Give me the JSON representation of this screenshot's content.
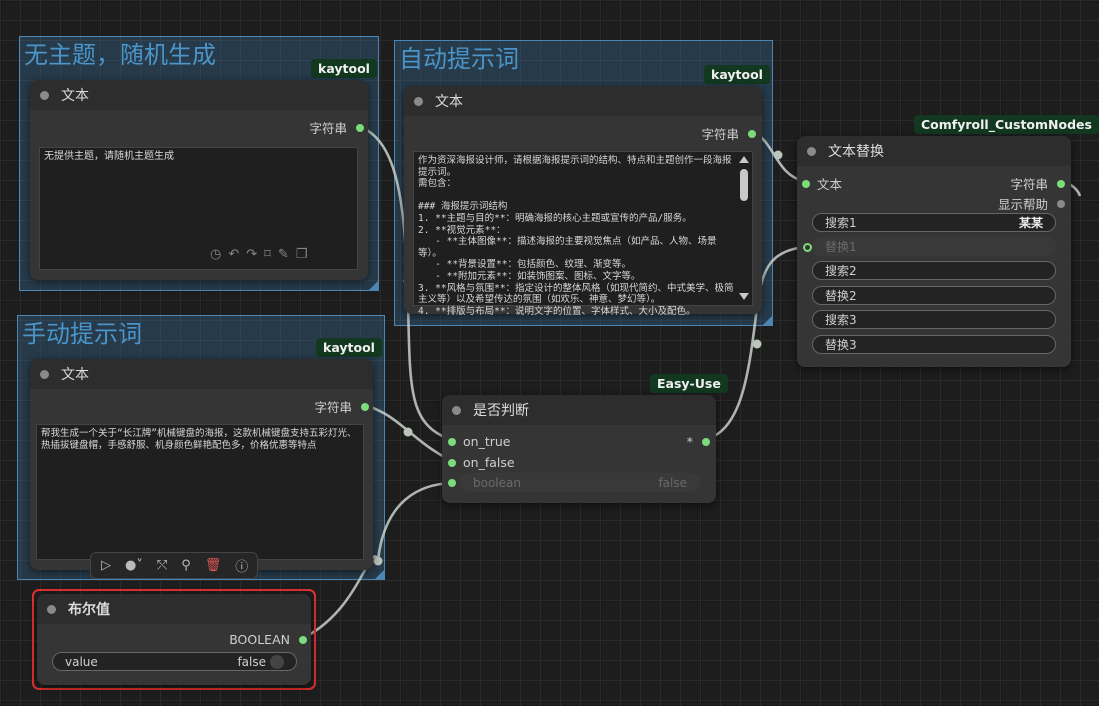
{
  "groups": {
    "random": {
      "title": "无主题，随机生成"
    },
    "auto": {
      "title": "自动提示词"
    },
    "manual": {
      "title": "手动提示词"
    }
  },
  "nodes": {
    "text_random": {
      "badge": "kaytool",
      "title": "文本",
      "output_label": "字符串",
      "text": "无提供主题，请随机主题生成"
    },
    "text_auto": {
      "badge": "kaytool",
      "title": "文本",
      "output_label": "字符串",
      "text": "作为资深海报设计师，请根据海报提示词的结构、特点和主题创作一段海报提示词。\n需包含：\n\n### 海报提示词结构\n1. **主题与目的**：明确海报的核心主题或宣传的产品/服务。\n2. **视觉元素**：\n   - **主体图像**：描述海报的主要视觉焦点（如产品、人物、场景等）。\n   - **背景设置**：包括颜色、纹理、渐变等。\n   - **附加元素**：如装饰图案、图标、文字等。\n3. **风格与氛围**：指定设计的整体风格（如现代简约、中式美学、极简主义等）以及希望传达的氛围（如欢乐、神意、梦幻等）。\n4. **排版与布局**：说明文字的位置、字体样式、大小及配色。"
    },
    "text_manual": {
      "badge": "kaytool",
      "title": "文本",
      "output_label": "字符串",
      "text": "帮我生成一个关于“长江牌”机械键盘的海报，这款机械键盘支持五彩灯光、热插拔键盘帽，手感舒服、机身颜色鲜艳配色多，价格优惠等特点"
    },
    "boolean": {
      "title": "布尔值",
      "output_label": "BOOLEAN",
      "widget_name": "value",
      "widget_value": "false"
    },
    "if_else": {
      "badge": "Easy-Use",
      "title": "是否判断",
      "input_true": "on_true",
      "input_false": "on_false",
      "output_label": "*",
      "widget_name": "boolean",
      "widget_value": "false"
    },
    "replace": {
      "badge": "Comfyroll_CustomNodes",
      "title": "文本替换",
      "input_text": "文本",
      "output_string": "字符串",
      "output_help": "显示帮助",
      "widgets": [
        {
          "name": "搜索1",
          "value": "某某"
        },
        {
          "name": "替换1",
          "value": ""
        },
        {
          "name": "搜索2",
          "value": ""
        },
        {
          "name": "替换2",
          "value": ""
        },
        {
          "name": "搜索3",
          "value": ""
        },
        {
          "name": "替换3",
          "value": ""
        }
      ]
    }
  },
  "icons": [
    "history-icon",
    "undo-icon",
    "redo-icon",
    "bookmark-icon",
    "magic-wand-icon",
    "copy-icon",
    "play-icon",
    "color-picker-icon",
    "bypass-icon",
    "pin-icon",
    "delete-icon",
    "help-icon"
  ],
  "colors": {
    "port": "#7cdc7c",
    "group": "#4b86b4",
    "selection": "#e03030",
    "badge_bg": "#123820"
  }
}
